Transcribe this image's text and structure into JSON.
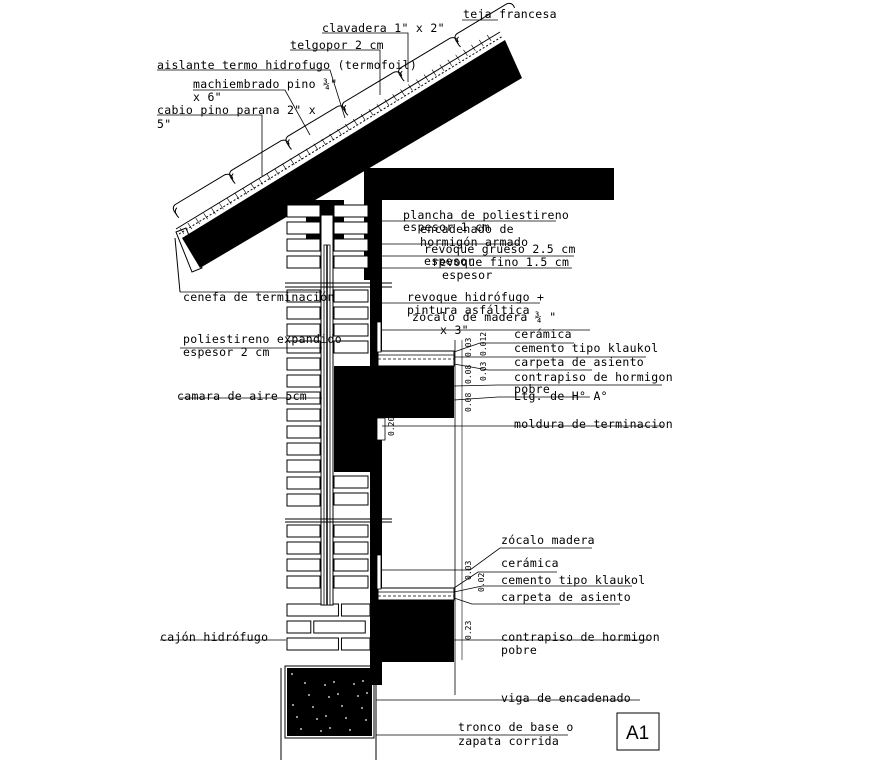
{
  "labels": {
    "clavadera": "clavadera 1\" x 2\"",
    "teja_francesa": "teja francesa",
    "telgopor": "telgopor 2 cm",
    "aislante": "aislante termo hidrofugo (termofoil)",
    "machiembrado_1": "machiembrado pino ¾\"",
    "machiembrado_2": "x 6\"",
    "cabio_1": "cabio pino parana 2\" x",
    "cabio_2": "5\"",
    "plancha_1": "plancha de poliestireno",
    "plancha_2": "espesor 1 cm",
    "encadenado_1": "encadenado de",
    "encadenado_2": "hormigón armado",
    "revoque_grueso_1": "revoque grueso 2.5 cm",
    "revoque_grueso_2": "espesor",
    "revoque_fino_1": "revoque fino 1.5 cm",
    "revoque_fino_2": "espesor",
    "cenefa": "cenefa de terminación",
    "revoque_hidro_1": "revoque hidrófugo +",
    "revoque_hidro_2": "pintura asfáltica",
    "zocalo_1": "zócalo de madera ¾ \"",
    "zocalo_2": "x 3\"",
    "ceramica_1": "cerámica",
    "cemento_1": "cemento tipo klaukol",
    "carpeta_1": "carpeta de asiento",
    "contrapiso_1a": "contrapiso de hormigon",
    "contrapiso_1b": "pobre",
    "losa": "Ltg. de H° A°",
    "poliestireno_1": "poliestireno expandido",
    "poliestireno_2": "espesor 2 cm",
    "camara": "camara de aire 5cm",
    "moldura": "moldura de terminacion",
    "zocalo_madera": "zócalo madera",
    "ceramica_2": "cerámica",
    "cemento_2": "cemento tipo klaukol",
    "carpeta_2": "carpeta de asiento",
    "contrapiso_2a": "contrapiso de hormigon",
    "contrapiso_2b": "pobre",
    "cajon": "cajón hidrófugo",
    "viga": "viga de encadenado",
    "tronco_1": "tronco de base o",
    "tronco_2": "zapata corrida"
  },
  "dimensions": {
    "d_0012": "0.012",
    "d_003a": "0.03",
    "d_003b": "0.03",
    "d_008": "0.08",
    "d_008b": "0.08",
    "d_020": "0.20",
    "d_003c": "0.03",
    "d_002": "0.02",
    "d_023": "0.23"
  },
  "sheet_tag": "A1",
  "colors": {
    "ink": "#000000",
    "paper": "#ffffff"
  }
}
